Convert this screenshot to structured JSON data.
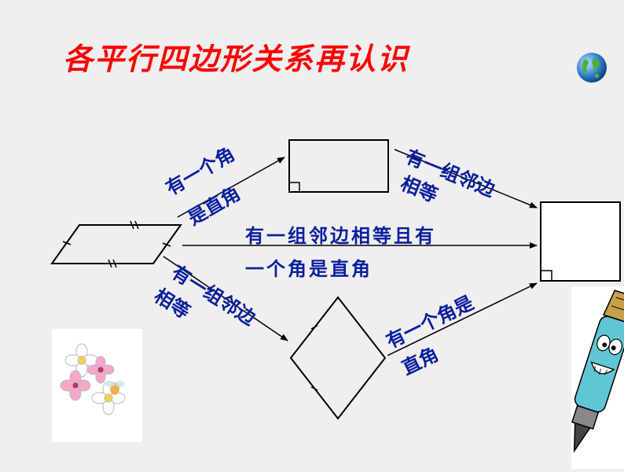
{
  "title": "各平行四边形关系再认识",
  "labels": {
    "to_rectangle_line1": "有一个角",
    "to_rectangle_line2": "是直角",
    "rect_to_square_line1": "有一组邻边",
    "rect_to_square_line2": "相等",
    "direct_line1": "有一组邻边相等且有",
    "direct_line2": "一个角是直角",
    "to_rhombus_line1": "有一组邻边",
    "to_rhombus_line2": "相等",
    "rhombus_to_square_line1": "有一个角是",
    "rhombus_to_square_line2": "直角"
  },
  "icons": {
    "globe": "globe-icon",
    "flowers": "flowers-clipart",
    "pen": "pen-cartoon-clipart",
    "right_angle": "right-angle-mark"
  },
  "colors": {
    "title": "#ff0000",
    "label": "#0b1f9e",
    "lines": "#000000",
    "background": "#efefef"
  }
}
